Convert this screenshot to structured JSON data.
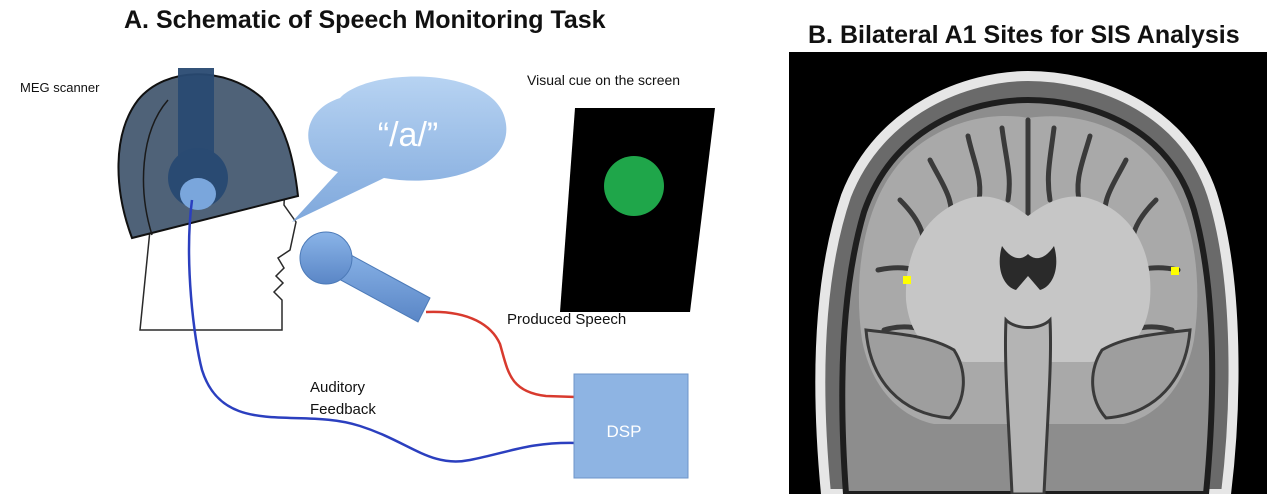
{
  "panel_a": {
    "title": "A. Schematic of Speech Monitoring Task",
    "labels": {
      "meg_scanner": "MEG scanner",
      "speech_bubble": "“/a/”",
      "visual_cue": "Visual cue on the screen",
      "produced_speech": "Produced Speech",
      "auditory_feedback_line1": "Auditory",
      "auditory_feedback_line2": "Feedback",
      "dsp": "DSP"
    },
    "colors": {
      "helmet": "#4f6278",
      "headphone": "#294a72",
      "bubble": "#8fb8e6",
      "microphone": "#6e9bd6",
      "dsp_box": "#8eb4e3",
      "screen": "#000000",
      "cue_dot": "#1fa64a",
      "speech_wire": "#d83a2e",
      "feedback_wire": "#2b3fbf"
    }
  },
  "panel_b": {
    "title": "B. Bilateral A1 Sites for SIS Analysis",
    "image_type": "coronal MRI slice",
    "colors": {
      "marker": "#ffff00",
      "background": "#000000"
    }
  }
}
